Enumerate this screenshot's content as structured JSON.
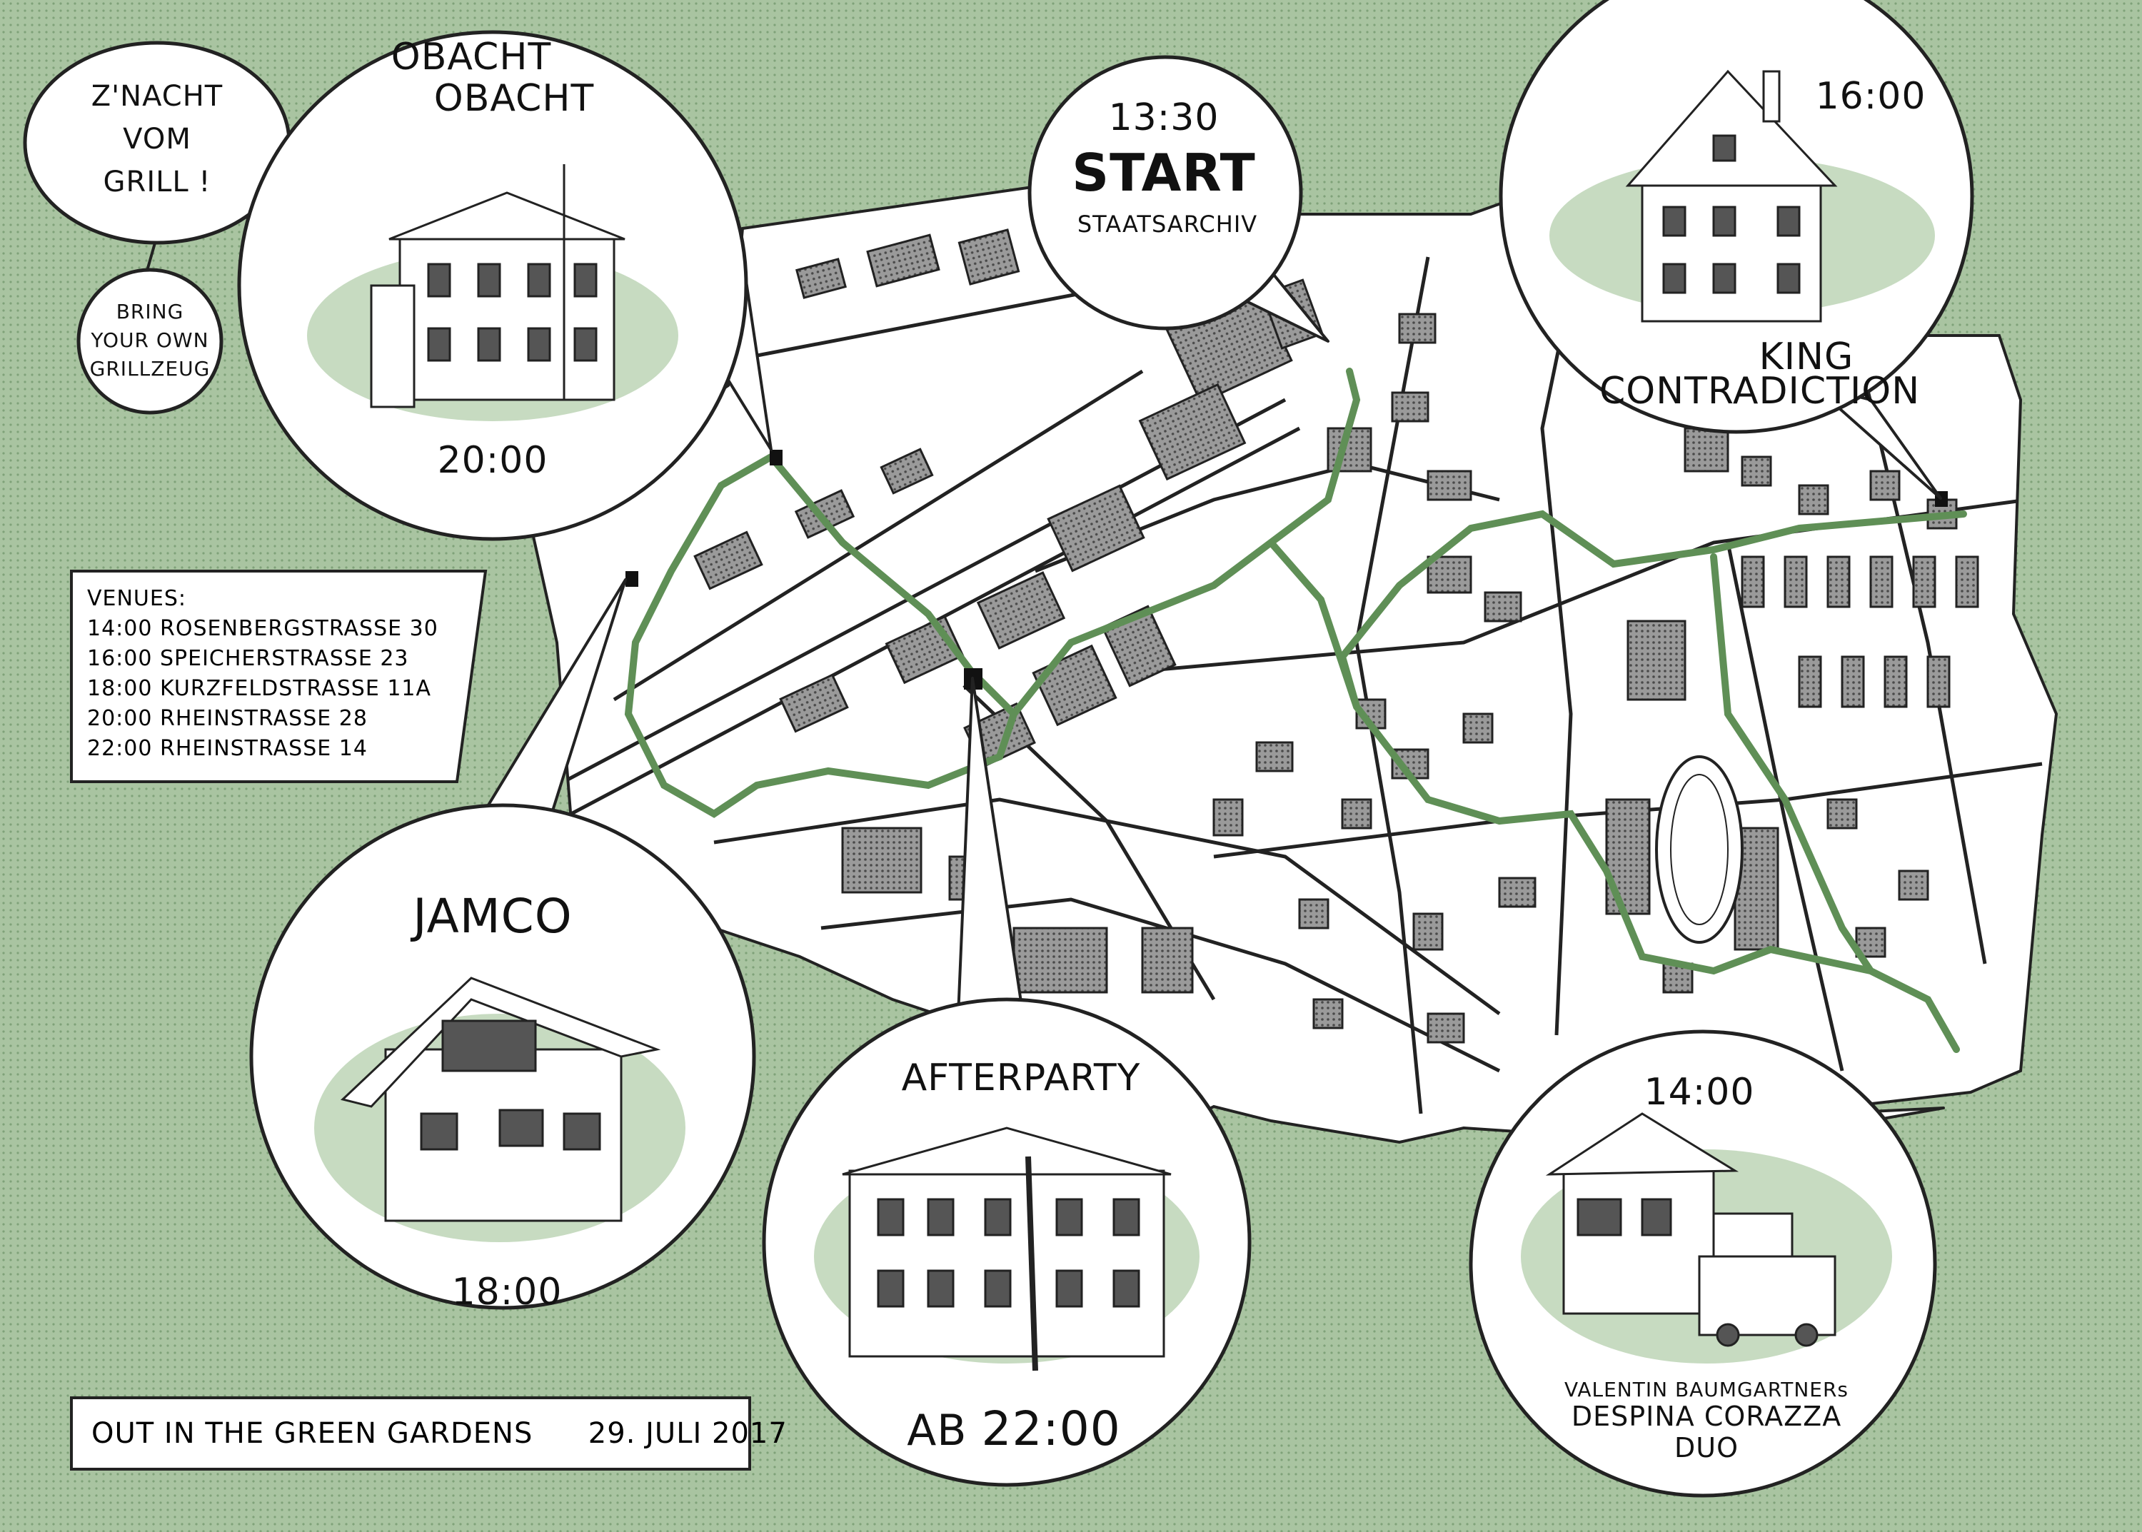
{
  "colors": {
    "background": "#a8c3a0",
    "route": "#5f8f56",
    "ink": "#111111",
    "paper": "#ffffff",
    "building": "#8a8a8a"
  },
  "start": {
    "time": "13:30",
    "label": "START",
    "place": "STAATSARCHIV"
  },
  "callouts": {
    "grill": {
      "line1": "Z'NACHT",
      "line2": "VOM",
      "line3": "GRILL !"
    },
    "bring": {
      "line1": "BRING",
      "line2": "YOUR OWN",
      "line3": "GRILLZEUG"
    },
    "obacht": {
      "name1": "OBACHT",
      "name2": "OBACHT",
      "time": "20:00"
    },
    "king": {
      "time": "16:00",
      "name1": "KING",
      "name2": "CONTRADICTION"
    },
    "jamco": {
      "name": "JAMCO",
      "time": "18:00"
    },
    "afterparty": {
      "name": "AFTERPARTY",
      "prefix": "AB",
      "time": "22:00"
    },
    "despina": {
      "time": "14:00",
      "line1": "VALENTIN BAUMGARTNERs",
      "line2": "DESPINA CORAZZA",
      "line3": "DUO"
    }
  },
  "venues": {
    "heading": "VENUES:",
    "items": [
      "14:00 ROSENBERGSTRASSE 30",
      "16:00 SPEICHERSTRASSE 23",
      "18:00 KURZFELDSTRASSE 11A",
      "20:00 RHEINSTRASSE 28",
      "22:00 RHEINSTRASSE 14"
    ]
  },
  "footer": {
    "event": "OUT IN THE GREEN GARDENS",
    "date": "29. JULI 2017"
  }
}
